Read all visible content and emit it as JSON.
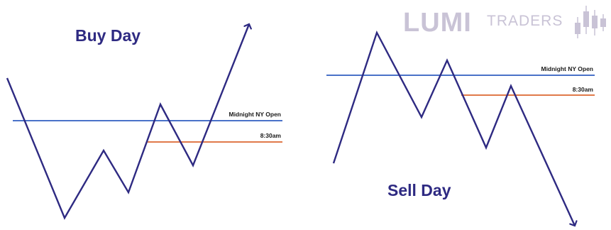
{
  "logo": {
    "main": "LUMI",
    "sub": "TRADERS",
    "color": "#c9c3d6",
    "icon": "candlestick-chart-icon"
  },
  "colors": {
    "price_path": "#2e2a82",
    "midnight_line": "#4a72c8",
    "open_830_line": "#e07a4a",
    "title": "#2e2a82",
    "label": "#1a1a1a"
  },
  "panels": [
    {
      "id": "buy",
      "title": "Buy Day",
      "midnight_label": "Midnight NY Open",
      "open_830_label": "8:30am"
    },
    {
      "id": "sell",
      "title": "Sell Day",
      "midnight_label": "Midnight NY Open",
      "open_830_label": "8:30am"
    }
  ]
}
